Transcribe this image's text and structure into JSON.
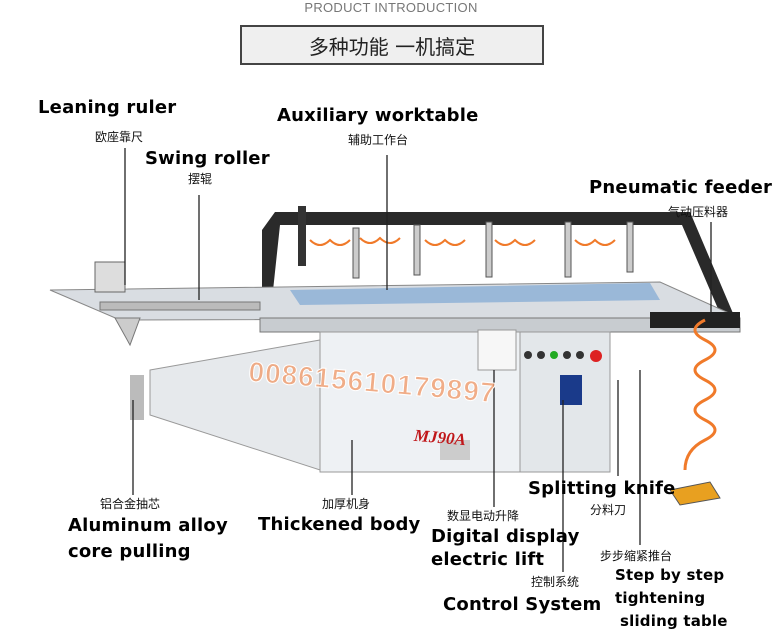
{
  "header": {
    "subtitle": "PRODUCT INTRODUCTION",
    "title": "多种功能  一机搞定"
  },
  "machine": {
    "model": "MJ90A",
    "watermark": "008615610179897"
  },
  "labels": {
    "leaning_ruler": {
      "en": "Leaning ruler",
      "cn": "欧座靠尺"
    },
    "swing_roller": {
      "en": "Swing roller",
      "cn": "摆辊"
    },
    "auxiliary_worktable": {
      "en": "Auxiliary worktable",
      "cn": "辅助工作台"
    },
    "pneumatic_feeder": {
      "en": "Pneumatic feeder",
      "cn": "气动压料器"
    },
    "aluminum_alloy": {
      "en1": "Aluminum alloy",
      "en2": "core pulling",
      "cn": "铝合金抽芯"
    },
    "thickened_body": {
      "en": "Thickened body",
      "cn": "加厚机身"
    },
    "digital_display": {
      "en1": "Digital display",
      "en2": "electric lift",
      "cn": "数显电动升降"
    },
    "splitting_knife": {
      "en": "Splitting knife",
      "cn": "分料刀"
    },
    "sliding_table": {
      "en1": "Step by step",
      "en2": "tightening",
      "en3": "sliding table",
      "cn": "步步缩紧推台"
    },
    "control_system": {
      "en": "Control System",
      "cn": "控制系统"
    }
  },
  "colors": {
    "frame": "#2a2a2a",
    "body": "#e9eef2",
    "hose": "#f07a2a",
    "model": "#c0171a",
    "table": "#9ab8d8"
  }
}
